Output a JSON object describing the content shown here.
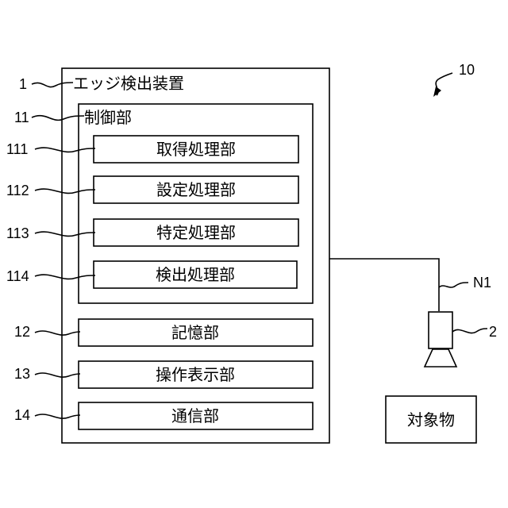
{
  "device": {
    "ref": "1",
    "title": "エッジ検出装置"
  },
  "system_ref": "10",
  "controller": {
    "ref": "11",
    "title": "制御部"
  },
  "processing_units": [
    {
      "ref": "111",
      "label": "取得処理部"
    },
    {
      "ref": "112",
      "label": "設定処理部"
    },
    {
      "ref": "113",
      "label": "特定処理部"
    },
    {
      "ref": "114",
      "label": "検出処理部"
    }
  ],
  "other_units": [
    {
      "ref": "12",
      "label": "記憶部"
    },
    {
      "ref": "13",
      "label": "操作表示部"
    },
    {
      "ref": "14",
      "label": "通信部"
    }
  ],
  "network": {
    "ref": "N1"
  },
  "camera": {
    "ref": "2"
  },
  "target": {
    "label": "対象物"
  },
  "colors": {
    "stroke": "#000000",
    "background": "#ffffff"
  }
}
